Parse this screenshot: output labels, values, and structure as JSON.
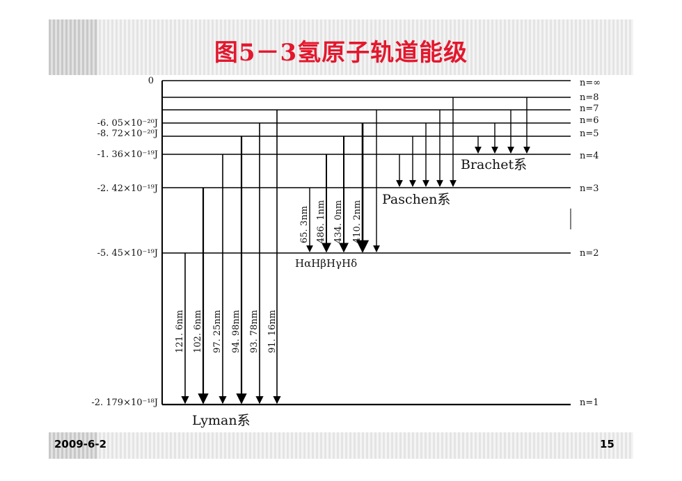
{
  "title": "图5－3氢原子轨道能级",
  "footer": {
    "date": "2009-6-2",
    "page": "15"
  },
  "levels": [
    {
      "n_label": "n=∞",
      "energy_label": "0"
    },
    {
      "n_label": "n=8",
      "energy_label": ""
    },
    {
      "n_label": "n=7",
      "energy_label": ""
    },
    {
      "n_label": "n=6",
      "energy_label": "-6. 05×10⁻²⁰J"
    },
    {
      "n_label": "n=5",
      "energy_label": "-8. 72×10⁻²⁰J"
    },
    {
      "n_label": "n=4",
      "energy_label": "-1. 36×10⁻¹⁹J"
    },
    {
      "n_label": "n=3",
      "energy_label": "-2. 42×10⁻¹⁹J"
    },
    {
      "n_label": "n=2",
      "energy_label": "-5. 45×10⁻¹⁹J"
    },
    {
      "n_label": "n=1",
      "energy_label": "-2. 179×10⁻¹⁸J"
    }
  ],
  "series": {
    "lyman": {
      "name": "Lyman系",
      "wavelengths": [
        "121. 6nm",
        "102. 6nm",
        "97. 25nm",
        "94. 98nm",
        "93. 78nm",
        "91. 16nm"
      ]
    },
    "balmer": {
      "wavelengths": [
        "65. 3nm",
        "486. 1nm",
        "434. 0nm",
        "410. 2nm"
      ],
      "line_names": "HαHβHγHδ"
    },
    "paschen": {
      "name": "Paschen系"
    },
    "brachet": {
      "name": "Brachet系"
    }
  }
}
